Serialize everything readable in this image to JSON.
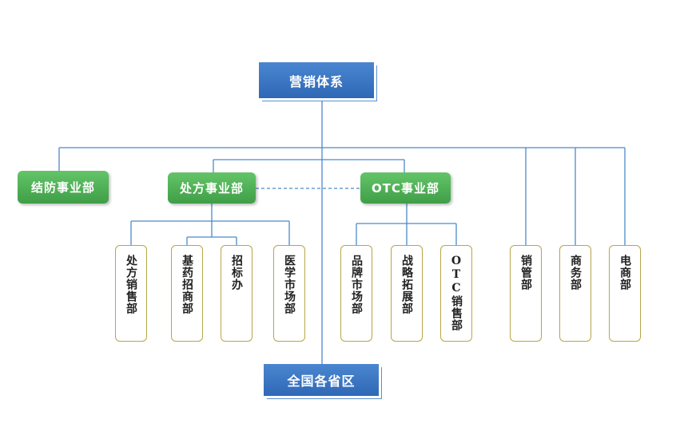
{
  "diagram": {
    "root": {
      "label": "营销体系"
    },
    "bottom": {
      "label": "全国各省区"
    },
    "divisions": [
      {
        "label": "结防事业部"
      },
      {
        "label": "处方事业部"
      },
      {
        "label": "OTC事业部"
      }
    ],
    "departments": [
      {
        "label": "处方销售部"
      },
      {
        "label": "基药招商部"
      },
      {
        "label": "招标办"
      },
      {
        "label": "医学市场部"
      },
      {
        "label": "品牌市场部"
      },
      {
        "label": "战略拓展部"
      },
      {
        "label": "OTC销售部"
      },
      {
        "label": "销管部"
      },
      {
        "label": "商务部"
      },
      {
        "label": "电商部"
      }
    ]
  },
  "colors": {
    "root_blue": "#2f68b6",
    "division_green": "#3f9e47",
    "department_border": "#b6a64a",
    "connector_blue": "#4a8ac9"
  }
}
